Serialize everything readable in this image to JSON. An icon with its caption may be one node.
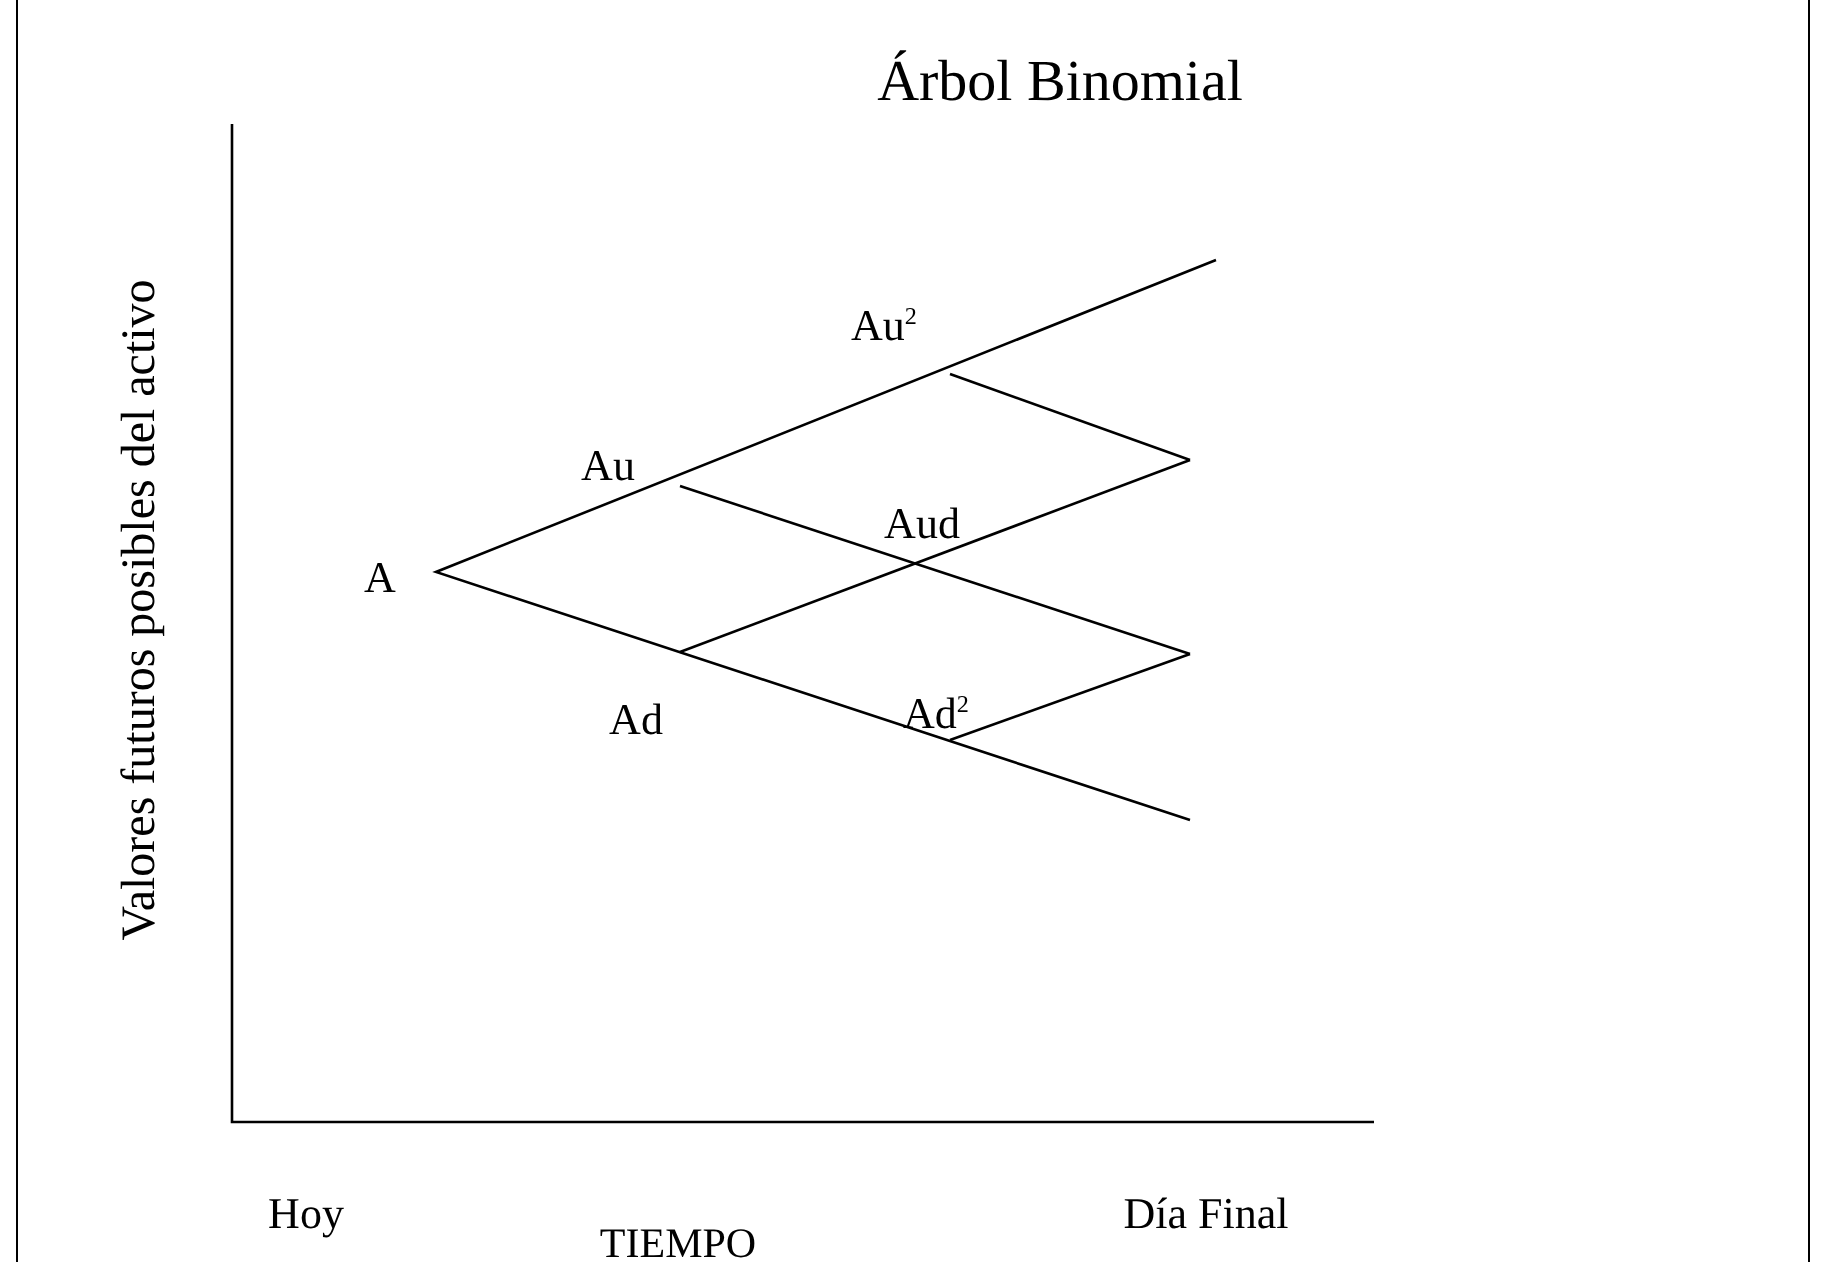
{
  "diagram": {
    "title": "Árbol Binomial",
    "labels": [
      "Valores futuros posibles del activo",
      "Au$^{2}$",
      "Au",
      "Aud",
      "A",
      "Ad",
      "Ad$^{2}$",
      "Hoy",
      "Día Final",
      "TIEMPO"
    ]
  }
}
